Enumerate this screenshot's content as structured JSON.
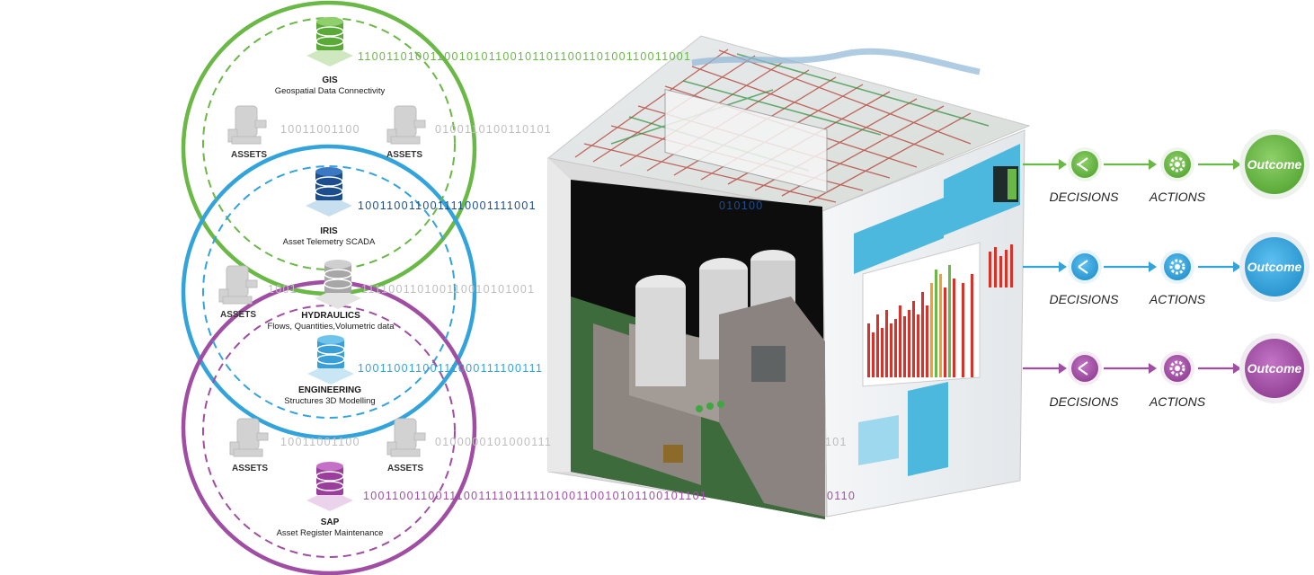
{
  "colors": {
    "green": "#6ab845",
    "blue": "#33a3dc",
    "purple": "#a04ea3",
    "gray": "#bdbdbd"
  },
  "sources": [
    {
      "id": "gis",
      "title": "GIS",
      "subtitle": "Geospatial Data Connectivity",
      "color": "green"
    },
    {
      "id": "iris",
      "title": "IRIS",
      "subtitle": "Asset Telemetry SCADA",
      "color": "navy"
    },
    {
      "id": "hydraulics",
      "title": "HYDRAULICS",
      "subtitle": "Flows, Quantities,Volumetric data",
      "color": "gray"
    },
    {
      "id": "engineering",
      "title": "ENGINEERING",
      "subtitle": "Structures 3D Modelling",
      "color": "lightblue"
    },
    {
      "id": "sap",
      "title": "SAP",
      "subtitle": "Asset Register Maintenance",
      "color": "purple"
    }
  ],
  "asset_label": "ASSETS",
  "binary_streams": {
    "gis": "1100110100110010101100101101100110100110011001",
    "gis_assets": "10011001100",
    "gis_assets_right": "0100110100110101001",
    "iris": "1001100110011110001111001",
    "hyd_left": "1001",
    "hyd_right": "111100110100110010101001",
    "eng": "10011001100111000111100111",
    "sap_assets": "10011001100",
    "sap_assets_right": "0100000101000111",
    "sap": "100110011001110011110111110100110010101100101101",
    "right_iris": "010100",
    "right_bottom": "0110",
    "right_bottom2": "101"
  },
  "flows": [
    {
      "color": "green",
      "decisions": "DECISIONS",
      "actions": "ACTIONS",
      "outcome": "Outcome"
    },
    {
      "color": "blue",
      "decisions": "DECISIONS",
      "actions": "ACTIONS",
      "outcome": "Outcome"
    },
    {
      "color": "purple",
      "decisions": "DECISIONS",
      "actions": "ACTIONS",
      "outcome": "Outcome"
    }
  ],
  "icons": {
    "database": "database-icon",
    "pump": "pump-asset-icon",
    "decision": "branch-decision-icon",
    "action": "gear-action-icon"
  }
}
